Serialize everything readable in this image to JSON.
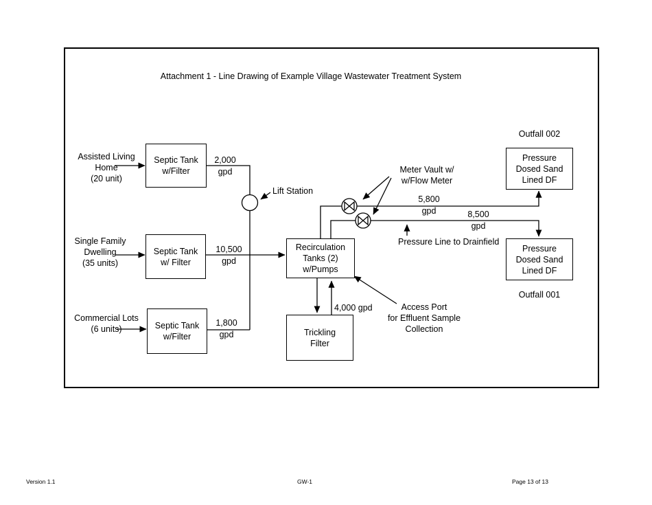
{
  "title": "Attachment 1  -  Line Drawing of Example Village Wastewater Treatment System",
  "sources": {
    "assisted_living": "Assisted Living\nHome\n(20 unit)",
    "single_family": "Single Family\nDwelling\n(35 units)",
    "commercial": "Commercial Lots\n(6 units)"
  },
  "nodes": {
    "septic1": "Septic Tank\nw/Filter",
    "septic2": "Septic Tank\nw/ Filter",
    "septic3": "Septic Tank\nw/Filter",
    "recirculation": "Recirculation\nTanks (2)\nw/Pumps",
    "trickling": "Trickling\nFilter",
    "pressure_df_north": "Pressure\nDosed Sand\nLined DF",
    "pressure_df_south": "Pressure\nDosed Sand\nLined DF"
  },
  "labels": {
    "outfall_002": "Outfall 002",
    "outfall_001": "Outfall 001",
    "lift_station": "Lift Station",
    "meter_vault": "Meter Vault w/\nw/Flow Meter",
    "pressure_line": "Pressure Line to Drainfield",
    "access_port": "Access Port\nfor Effluent Sample\nCollection"
  },
  "flows": {
    "from_assisted_living": "2,000\ngpd",
    "from_single_family": "10,500\ngpd",
    "from_commercial": "1,800\ngpd",
    "to_outfall_002": "5,800\ngpd",
    "to_outfall_001": "8,500\ngpd",
    "recirculation_loop": "4,000 gpd"
  },
  "footer": {
    "version": "Version 1.1",
    "doc_id": "GW-1",
    "page": "Page 13 of 13"
  }
}
